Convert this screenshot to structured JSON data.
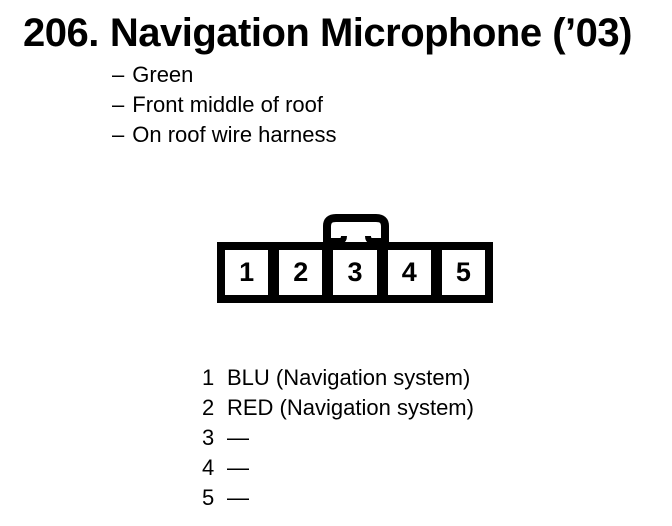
{
  "page": {
    "background_color": "#ffffff",
    "ink_color": "#000000"
  },
  "header": {
    "item_number": "206.",
    "title": "Navigation Microphone (’03)"
  },
  "notes": {
    "bullet_prefix": "–",
    "items": [
      "Green",
      "Front middle of roof",
      "On roof wire harness"
    ]
  },
  "connector": {
    "cells": [
      "1",
      "2",
      "3",
      "4",
      "5"
    ]
  },
  "pinout": {
    "rows": [
      {
        "pin": "1",
        "label": "BLU (Navigation system)"
      },
      {
        "pin": "2",
        "label": "RED (Navigation system)"
      },
      {
        "pin": "3",
        "label": "—"
      },
      {
        "pin": "4",
        "label": "—"
      },
      {
        "pin": "5",
        "label": "—"
      }
    ]
  }
}
